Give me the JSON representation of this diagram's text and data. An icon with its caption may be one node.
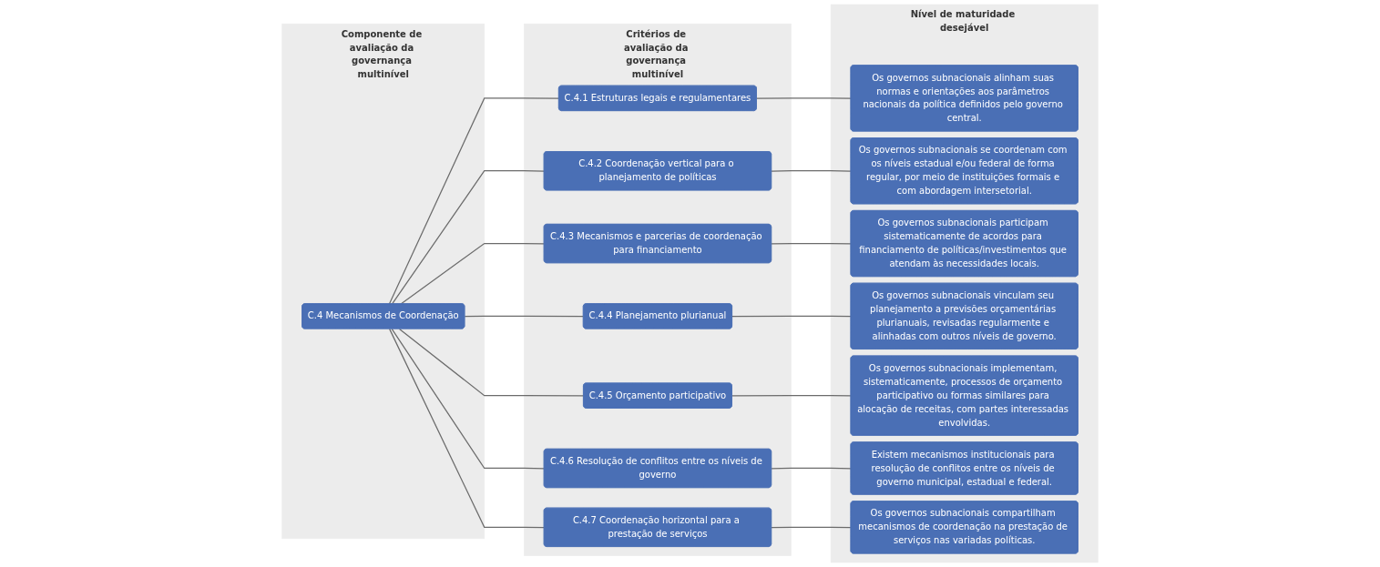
{
  "diagram": {
    "nodes": [
      {
        "text": [
          "Componente de avaliação da governança multinível"
        ]
      },
      {
        "text": [
          "C.4 Mecanismos de Coordenação"
        ],
        "in": 0
      },
      {
        "text": [
          "Critérios de avaliação da governança multinível"
        ]
      },
      {
        "text": [
          "C.4.1 Estruturas legais e regulamentares"
        ],
        "in": 2
      },
      {
        "text": [
          "C.4.2 Coordenação vertical para o planejamento de políticas"
        ],
        "in": 2
      },
      {
        "text": [
          "C.4.3 Mecanismos e parcerias de coordenação para financiamento"
        ],
        "in": 2
      },
      {
        "text": [
          "C.4.4 Planejamento plurianual"
        ],
        "in": 2
      },
      {
        "text": [
          "C.4.5 Orçamento participativo"
        ],
        "in": 2
      },
      {
        "text": [
          "C.4.6 Resolução de conflitos entre os níveis de governo"
        ],
        "in": 2
      },
      {
        "text": [
          "C.4.7 Coordenação horizontal para a prestação de serviços"
        ],
        "in": 2
      },
      {
        "text": [
          "Nível de maturidade desejável"
        ]
      },
      {
        "text": [
          "Os governos subnacionais alinham suas normas e orientações aos parâmetros nacionais da política definidos pelo governo central."
        ],
        "in": 10
      },
      {
        "text": [
          "Os governos subnacionais se coordenam com os níveis estadual e/ou federal de forma regular, por meio de instituições formais e com abordagem intersetorial."
        ],
        "in": 10
      },
      {
        "text": [
          "Os governos subnacionais participam sistematicamente de acordos para financiamento de políticas/investimentos que atendam às necessidades locais."
        ],
        "in": 10
      },
      {
        "text": [
          "Os governos subnacionais vinculam seu planejamento a previsões orçamentárias plurianuais, revisadas regularmente e alinhadas com outros níveis de governo."
        ],
        "in": 10
      },
      {
        "text": [
          "Os governos subnacionais implementam, sistematicamente, processos de orçamento participativo ou formas similares para alocação de receitas, com partes interessadas envolvidas."
        ],
        "in": 10
      },
      {
        "text": [
          "Existem mecanismos institucionais para resolução de conflitos entre os níveis de governo municipal, estadual e federal."
        ],
        "in": 10
      },
      {
        "text": [
          "Os governos subnacionais compartilham mecanismos de coordenação na prestação de serviços nas variadas políticas."
        ],
        "in": 10
      }
    ],
    "edges": [
      {
        "from": 1,
        "to": 3,
        "arrow": "none"
      },
      {
        "from": 1,
        "to": 4,
        "arrow": "none"
      },
      {
        "from": 1,
        "to": 5,
        "arrow": "none"
      },
      {
        "from": 1,
        "to": 6,
        "arrow": "none"
      },
      {
        "from": 1,
        "to": 7,
        "arrow": "none"
      },
      {
        "from": 1,
        "to": 8,
        "arrow": "none"
      },
      {
        "from": 1,
        "to": 9,
        "arrow": "none"
      },
      {
        "from": 3,
        "to": 11,
        "arrow": "none"
      },
      {
        "from": 4,
        "to": 12,
        "arrow": "none"
      },
      {
        "from": 5,
        "to": 13,
        "arrow": "none"
      },
      {
        "from": 6,
        "to": 14,
        "arrow": "none"
      },
      {
        "from": 7,
        "to": 15,
        "arrow": "none"
      },
      {
        "from": 8,
        "to": 16,
        "arrow": "none"
      },
      {
        "from": 9,
        "to": 17,
        "arrow": "none"
      }
    ]
  }
}
